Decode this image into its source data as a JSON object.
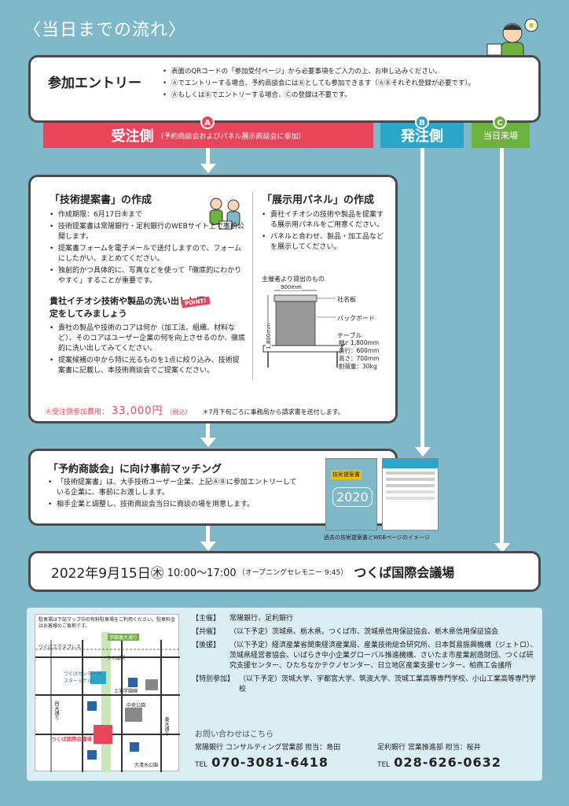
{
  "heading": "〈当日までの流れ〉",
  "entry": {
    "title": "参加エントリー",
    "lines": [
      "表面のQRコードの「参加受付ページ」から必要事項をご入力の上、お申し込みください。",
      "Ⓐでエントリーする場合、予約商談会にはⒷとしても参加できます（ⒶⒷそれぞれ登録が必要です）。",
      "ⒶもしくはⒷでエントリーする場合、Ⓒの登録は不要です。"
    ]
  },
  "bands": {
    "a_letter": "A",
    "a_label": "受注側",
    "a_sub": "（予約商談会およびパネル展示商談会に参加）",
    "b_letter": "B",
    "b_label": "発注側",
    "c_letter": "C",
    "c_label": "当日来場"
  },
  "proposal": {
    "title": "「技術提案書」の作成",
    "items": [
      "作成期限：6月17日㊎まで",
      "技術提案書は常陽銀行・足利銀行のWEBサイト上で事前公開します。",
      "提案書フォームを電子メールで送付しますので、フォームにしたがい、まとめてください。",
      "独創的かつ具体的に、写真などを使って「徹底的にわかりやすく」することが重要です。"
    ],
    "sub_title": "貴社イチオシ技術や製品の洗い出しと選定をしてみましょう",
    "point_label": "POINT!",
    "sub_items": [
      "貴社の製品や技術のコアは何か（加工法、組織、材料など）、そのコアはユーザー企業の何を向上させるのか、徹底的に洗い出してみてください。",
      "提案候補の中から特に光るものを1点に絞り込み、技術提案書に記載し、本技術商談会でご提案ください。"
    ]
  },
  "panel": {
    "title": "「展示用パネル」の作成",
    "items": [
      "貴社イチオシの技術や製品を提案する展示用パネルをご用意ください。",
      "パネルと合わせ、製品・加工品などを展示してください。"
    ],
    "diagram_caption": "主催者より貸出のもの",
    "width_label": "900mm",
    "height_label": "1,800mm",
    "sign_label": "社名板",
    "board_label": "バックボード",
    "table_label": "テーブル",
    "table_specs": [
      "幅：1,800mm",
      "奥行：600mm",
      "高さ：700mm",
      "耐荷重：30kg"
    ]
  },
  "fee": {
    "label": "Ⓐ受注側参加費用：",
    "amount": "33,000円",
    "tax": "（税込）",
    "note": "＊7月下旬ごろに事務局から請求書を送付します。"
  },
  "matching": {
    "title": "「予約商談会」に向け事前マッチング",
    "items": [
      "「技術提案書」は、大手技術ユーザー企業、上記ⒶⒷに参加エントリーしている企業に、事前にお渡しします。",
      "相手企業と調整し、技術商談会当日に商談の場を用意します。"
    ],
    "year_label": "2020",
    "doc_title": "技術提案書",
    "image_caption": "過去の技術提案書とWEBページのイメージ"
  },
  "event": {
    "date": "2022年9月15日㊍",
    "time": "10:00〜17:00",
    "ceremony": "（オープニングセレモニー 9:45）",
    "venue": "つくば国際会議場"
  },
  "map": {
    "note": "駐車場は下記マップ中の有料駐車場をご利用ください。駐車料金はお客様のご負担です。",
    "labels": [
      "つくば駅",
      "つくばエクスプレス",
      "つくばセンターバスターミナル",
      "つくば国際会議場",
      "中央公園",
      "大清水公園",
      "学園東大通り",
      "土浦学園線",
      "東大通り",
      "西大通り"
    ]
  },
  "info": {
    "rows": [
      {
        "key": "【主催】",
        "val": "常陽銀行、足利銀行"
      },
      {
        "key": "【共催】",
        "val": "（以下予定）茨城県、栃木県、つくば市、茨城県信用保証協会、栃木県信用保証協会"
      },
      {
        "key": "【後援】",
        "val": "（以下予定）経済産業省関東経済産業局、産業技術総合研究所、日本貿易振興機構（ジェトロ）、茨城県経営者協会、いばらき中小企業グローバル推進機構、さいたま市産業創造財団、つくば研究支援センター、ひたちなかテクノセンター、日立地区産業支援センター、柏商工会議所"
      },
      {
        "key": "【特別参加】",
        "val": "（以下予定）茨城大学、宇都宮大学、筑波大学、茨城工業高等専門学校、小山工業高等専門学校"
      }
    ],
    "contact_heading": "お問い合わせはこちら",
    "contact1_name": "常陽銀行 コンサルティング営業部 担当：島田",
    "contact1_tel_label": "TEL",
    "contact1_tel": "070-3081-6418",
    "contact2_name": "足利銀行 営業推進部 担当：桜井",
    "contact2_tel_label": "TEL",
    "contact2_tel": "028-626-0632"
  },
  "colors": {
    "a": "#e8455a",
    "b": "#2aa6c9",
    "c": "#6bb33d",
    "background": "#7fb8c8"
  }
}
